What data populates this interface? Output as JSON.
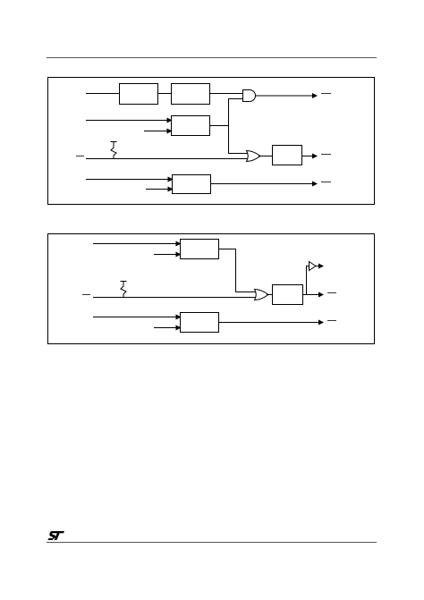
{
  "page": {
    "header_rule": true,
    "footer_rule": true,
    "logo": "st-logo"
  },
  "figures": [
    {
      "name": "figure-1-block-diagram"
    },
    {
      "name": "figure-2-block-diagram"
    }
  ],
  "colors": {
    "line": "#000000",
    "frame": "#000000",
    "rule": "#555555"
  }
}
